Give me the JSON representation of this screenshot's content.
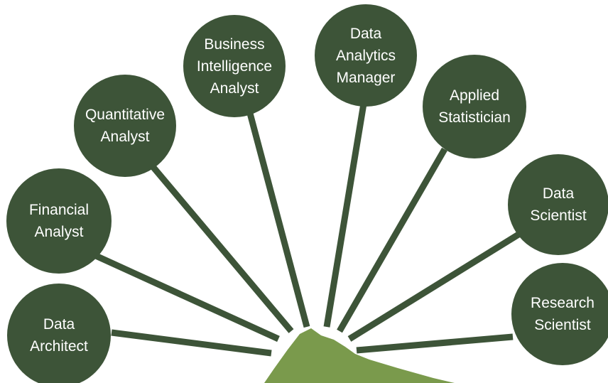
{
  "diagram": {
    "nodes": [
      {
        "id": "data-architect",
        "lines": [
          "Data",
          "Architect"
        ]
      },
      {
        "id": "financial-analyst",
        "lines": [
          "Financial",
          "Analyst"
        ]
      },
      {
        "id": "quantitative-analyst",
        "lines": [
          "Quantitative",
          "Analyst"
        ]
      },
      {
        "id": "business-intelligence-analyst",
        "lines": [
          "Business",
          "Intelligence",
          "Analyst"
        ]
      },
      {
        "id": "data-analytics-manager",
        "lines": [
          "Data",
          "Analytics",
          "Manager"
        ]
      },
      {
        "id": "applied-statistician",
        "lines": [
          "Applied",
          "Statistician"
        ]
      },
      {
        "id": "data-scientist",
        "lines": [
          "Data",
          "Scientist"
        ]
      },
      {
        "id": "research-scientist",
        "lines": [
          "Research",
          "Scientist"
        ]
      }
    ],
    "colors": {
      "node_fill": "#3d5438",
      "connector": "#3d5438",
      "mountain": "#7a9a4c",
      "text": "#ffffff"
    }
  }
}
